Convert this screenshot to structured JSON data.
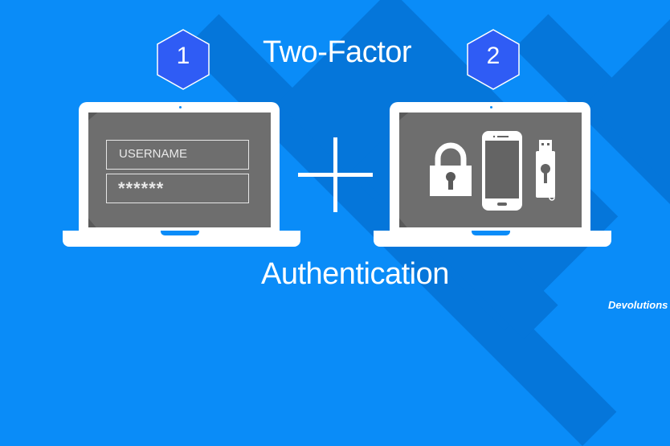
{
  "banner": {
    "title_top": "Two-Factor",
    "title_bottom": "Authentication",
    "steps": [
      {
        "number": "1",
        "label": "step-1"
      },
      {
        "number": "2",
        "label": "step-2"
      }
    ],
    "login_form": {
      "username_placeholder": "USERNAME",
      "password_value": "******"
    },
    "factors": [
      "lock-icon",
      "smartphone-icon",
      "usb-key-icon"
    ],
    "plus_symbol": "+",
    "brand": "Devolutions"
  },
  "colors": {
    "background": "#0a8cf8",
    "shadow": "#0576da",
    "hexagon": "#2f5cf5",
    "screen_dark": "#5a5a5a",
    "screen_light": "#6e6e6e",
    "white": "#ffffff"
  }
}
